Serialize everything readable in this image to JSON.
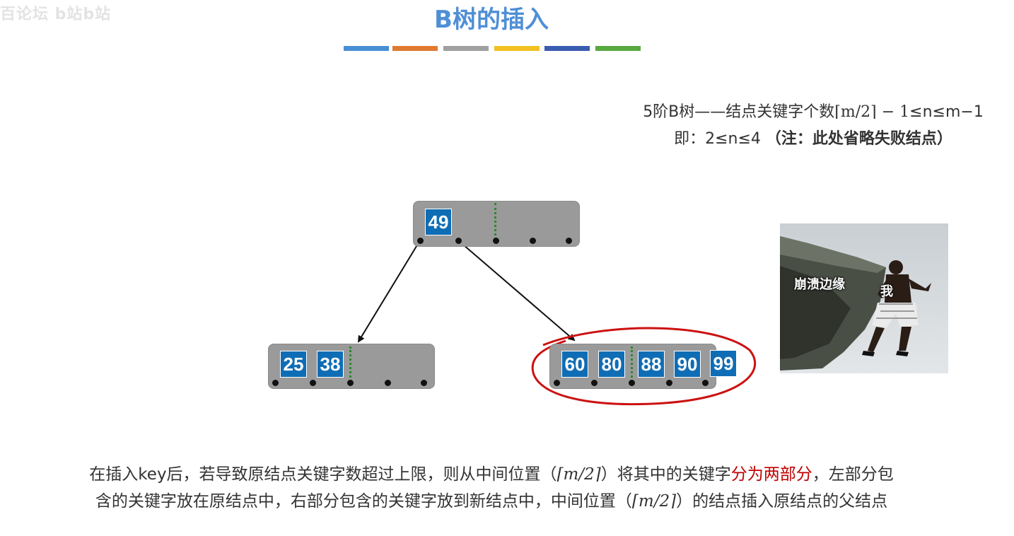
{
  "watermark": "百论坛 b站b站",
  "title": "B树的插入",
  "color_bars": [
    "#4a8fd4",
    "#e07a30",
    "#a0a0a0",
    "#f2c020",
    "#3a5cb0",
    "#5aa840"
  ],
  "info": {
    "line1_prefix": "5阶B树——结点关键字个数",
    "line1_math": "⌈m/2⌉ − 1",
    "line1_suffix": "≤n≤m−1",
    "line2_prefix": "即：2≤n≤4 ",
    "line2_note": "（注：此处省略失败结点）"
  },
  "tree": {
    "root": {
      "keys": [
        "49"
      ]
    },
    "left": {
      "keys": [
        "25",
        "38"
      ]
    },
    "right": {
      "keys": [
        "60",
        "80",
        "88",
        "90",
        "99"
      ]
    }
  },
  "meme": {
    "label_edge": "崩溃边缘",
    "label_me": "我"
  },
  "description": {
    "line1_a": "在插入key后，若导致原结点关键字数超过上限，则从中间位置（",
    "math": "⌈m/2⌉",
    "line1_b": "）将其中的关键字",
    "line1_red": "分为两部分",
    "line1_c": "，左部分包",
    "line2_a": "含的关键字放在原结点中，右部分包含的关键字放到新结点中，中间位置（",
    "line2_b": "）的结点插入原结点的父结点"
  }
}
